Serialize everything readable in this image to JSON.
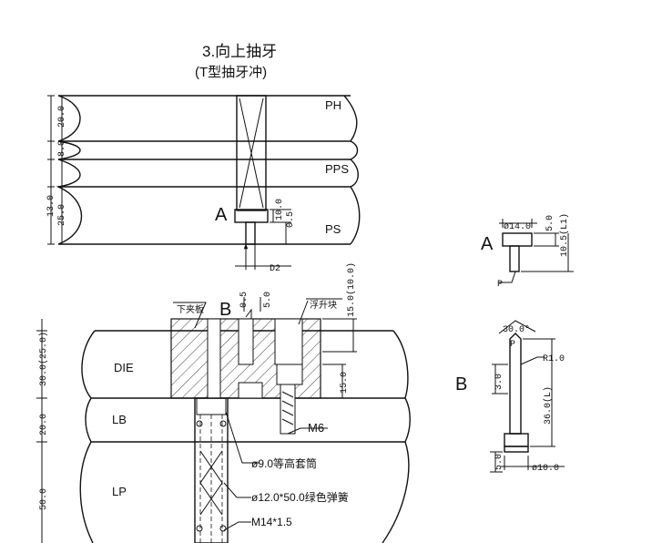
{
  "title": {
    "line1": "3.向上抽牙",
    "line2": "(T型抽牙冲)"
  },
  "top_view": {
    "layers": [
      "PH",
      "PPS",
      "PS"
    ],
    "dims_left": [
      "20.0",
      "8.0",
      "13.0",
      "25.0"
    ],
    "dims_right": [
      "10.0",
      "0.5"
    ],
    "dim_bottom": "D2",
    "marker": "A"
  },
  "detail_a": {
    "marker": "A",
    "dims": [
      "ø14.0",
      "5.0",
      "10.5(L1)"
    ],
    "point": "P"
  },
  "section_b": {
    "marker": "B",
    "layers": [
      "DIE",
      "LB",
      "LP"
    ],
    "dims_left": [
      "30.0(25.0)",
      "20.0",
      "50.0"
    ],
    "dims_top": [
      "0.5",
      "5.0",
      "15.0(10.0)",
      "15.0"
    ],
    "callouts": {
      "lower_plate": "下夹板",
      "lifter": "浮升块",
      "screw": "M6",
      "sleeve": "ø9.0等高套筒",
      "spring": "ø12.0*50.0绿色弹簧",
      "thread": "M14*1.5"
    }
  },
  "detail_b": {
    "marker": "B",
    "dims": [
      "30.0°",
      "P",
      "R1.0",
      "3.0",
      "36.0(L)",
      "5.0",
      "ø10.0"
    ]
  }
}
